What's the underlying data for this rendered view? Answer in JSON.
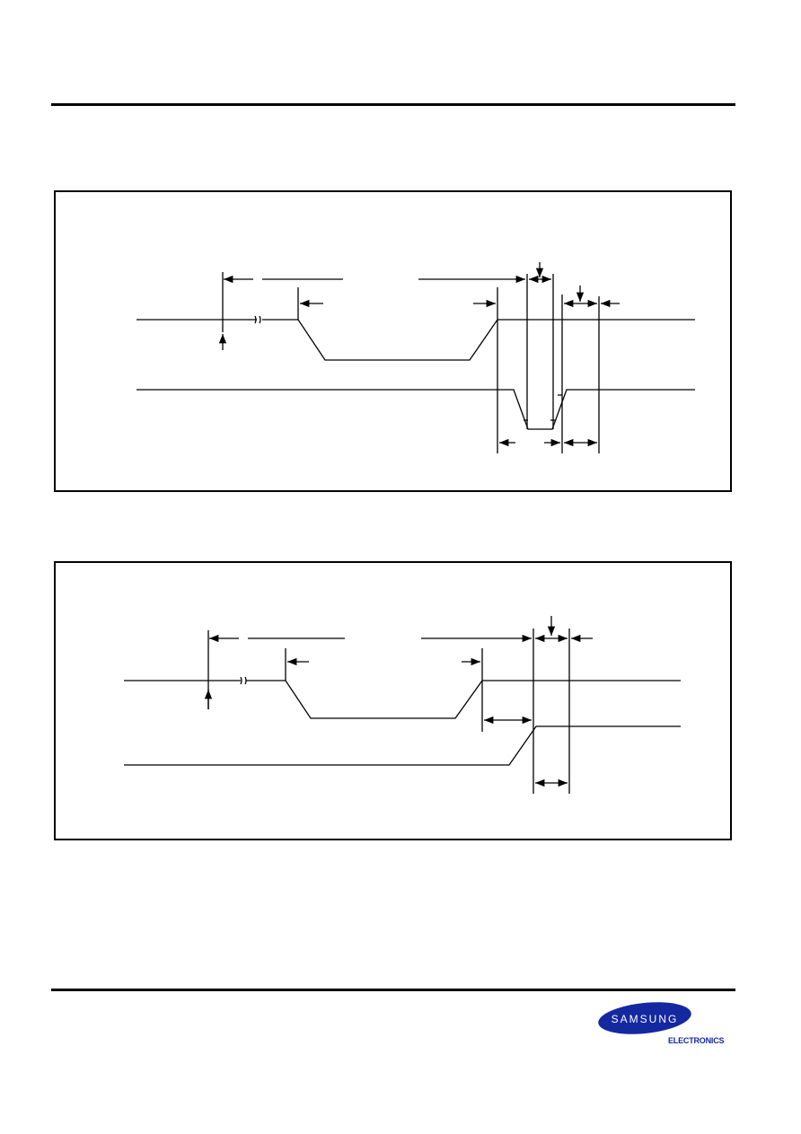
{
  "brand": {
    "name": "SAMSUNG",
    "division": "ELECTRONICS",
    "color": "#1428a0"
  },
  "diagrams": [
    {
      "id": "top-timing-diagram",
      "signals": 2,
      "description_visible": false
    },
    {
      "id": "bottom-timing-diagram",
      "signals": 2,
      "description_visible": false
    }
  ]
}
